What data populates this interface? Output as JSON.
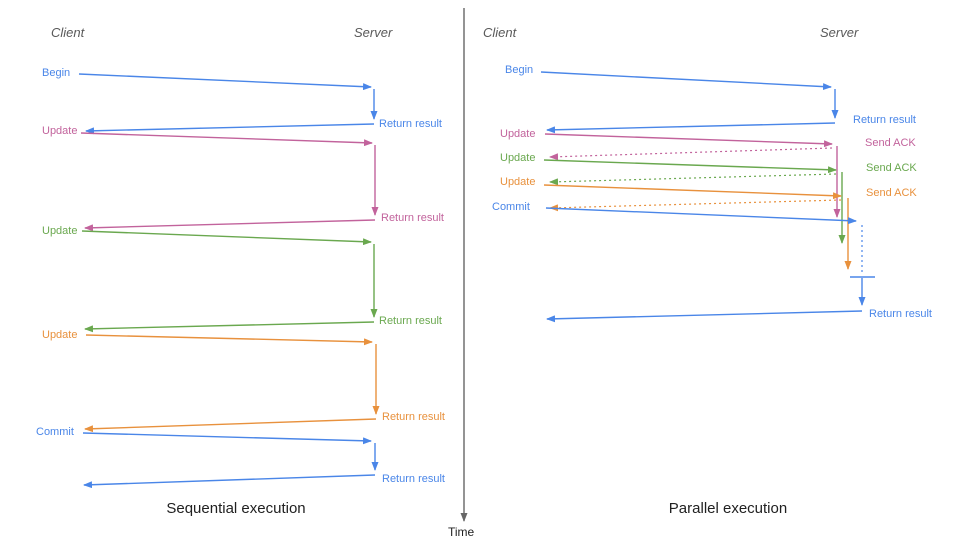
{
  "palette": {
    "blue": "#4a86e8",
    "pink": "#c2639c",
    "green": "#6aa84f",
    "orange": "#e8913d",
    "axis": "#666666",
    "heading": "#595959",
    "caption": "#212121"
  },
  "left": {
    "client_header": "Client",
    "server_header": "Server",
    "caption": "Sequential execution",
    "steps": [
      {
        "label": "Begin",
        "response": "Return result"
      },
      {
        "label": "Update",
        "response": "Return result"
      },
      {
        "label": "Update",
        "response": "Return result"
      },
      {
        "label": "Update",
        "response": "Return result"
      },
      {
        "label": "Commit",
        "response": "Return result"
      }
    ]
  },
  "right": {
    "client_header": "Client",
    "server_header": "Server",
    "caption": "Parallel execution",
    "steps": [
      {
        "label": "Begin",
        "response": "Return result"
      },
      {
        "label": "Update",
        "response": "Send ACK"
      },
      {
        "label": "Update",
        "response": "Send ACK"
      },
      {
        "label": "Update",
        "response": "Send ACK"
      },
      {
        "label": "Commit",
        "response": "Return result"
      }
    ]
  },
  "time_axis": {
    "label": "Time"
  },
  "arrows": [
    {
      "color": "blue",
      "points": [
        [
          79,
          74
        ],
        [
          371,
          87
        ]
      ],
      "arrow": true
    },
    {
      "color": "blue",
      "points": [
        [
          374,
          89
        ],
        [
          374,
          119
        ]
      ],
      "arrow": true
    },
    {
      "color": "blue",
      "points": [
        [
          374,
          124
        ],
        [
          86,
          131
        ]
      ],
      "arrow": true
    },
    {
      "color": "pink",
      "points": [
        [
          81,
          133
        ],
        [
          372,
          143
        ]
      ],
      "arrow": true
    },
    {
      "color": "pink",
      "points": [
        [
          375,
          145
        ],
        [
          375,
          215
        ]
      ],
      "arrow": true
    },
    {
      "color": "pink",
      "points": [
        [
          375,
          220
        ],
        [
          85,
          228
        ]
      ],
      "arrow": true
    },
    {
      "color": "green",
      "points": [
        [
          82,
          231
        ],
        [
          371,
          242
        ]
      ],
      "arrow": true
    },
    {
      "color": "green",
      "points": [
        [
          374,
          244
        ],
        [
          374,
          317
        ]
      ],
      "arrow": true
    },
    {
      "color": "green",
      "points": [
        [
          374,
          322
        ],
        [
          85,
          329
        ]
      ],
      "arrow": true
    },
    {
      "color": "orange",
      "points": [
        [
          86,
          335
        ],
        [
          372,
          342
        ]
      ],
      "arrow": true
    },
    {
      "color": "orange",
      "points": [
        [
          376,
          344
        ],
        [
          376,
          414
        ]
      ],
      "arrow": true
    },
    {
      "color": "orange",
      "points": [
        [
          376,
          419
        ],
        [
          85,
          429
        ]
      ],
      "arrow": true
    },
    {
      "color": "blue",
      "points": [
        [
          83,
          433
        ],
        [
          371,
          441
        ]
      ],
      "arrow": true
    },
    {
      "color": "blue",
      "points": [
        [
          375,
          443
        ],
        [
          375,
          470
        ]
      ],
      "arrow": true
    },
    {
      "color": "blue",
      "points": [
        [
          375,
          475
        ],
        [
          84,
          485
        ]
      ],
      "arrow": true
    },
    {
      "color": "blue",
      "points": [
        [
          541,
          72
        ],
        [
          831,
          87
        ]
      ],
      "arrow": true
    },
    {
      "color": "blue",
      "points": [
        [
          835,
          89
        ],
        [
          835,
          118
        ]
      ],
      "arrow": true
    },
    {
      "color": "blue",
      "points": [
        [
          835,
          123
        ],
        [
          547,
          130
        ]
      ],
      "arrow": true
    },
    {
      "color": "pink",
      "points": [
        [
          545,
          134
        ],
        [
          832,
          144
        ]
      ],
      "arrow": true
    },
    {
      "color": "pink",
      "points": [
        [
          837,
          146
        ],
        [
          837,
          217
        ]
      ],
      "arrow": true
    },
    {
      "color": "pink",
      "points": [
        [
          832,
          148
        ],
        [
          550,
          157
        ]
      ],
      "arrow": true,
      "dash": true
    },
    {
      "color": "green",
      "points": [
        [
          544,
          160
        ],
        [
          836,
          170
        ]
      ],
      "arrow": true
    },
    {
      "color": "green",
      "points": [
        [
          842,
          172
        ],
        [
          842,
          243
        ]
      ],
      "arrow": true
    },
    {
      "color": "green",
      "points": [
        [
          836,
          174
        ],
        [
          550,
          182
        ]
      ],
      "arrow": true,
      "dash": true
    },
    {
      "color": "orange",
      "points": [
        [
          544,
          185
        ],
        [
          841,
          196
        ]
      ],
      "arrow": true
    },
    {
      "color": "orange",
      "points": [
        [
          848,
          198
        ],
        [
          848,
          269
        ]
      ],
      "arrow": true
    },
    {
      "color": "orange",
      "points": [
        [
          841,
          200
        ],
        [
          550,
          208
        ]
      ],
      "arrow": true,
      "dash": true
    },
    {
      "color": "blue",
      "points": [
        [
          546,
          208
        ],
        [
          856,
          221
        ]
      ],
      "arrow": true
    },
    {
      "color": "blue",
      "points": [
        [
          862,
          225
        ],
        [
          862,
          273
        ]
      ],
      "arrow": false,
      "dash": true
    },
    {
      "color": "blue",
      "points": [
        [
          850,
          277
        ],
        [
          875,
          277
        ]
      ],
      "arrow": false
    },
    {
      "color": "blue",
      "points": [
        [
          862,
          278
        ],
        [
          862,
          305
        ]
      ],
      "arrow": true
    },
    {
      "color": "blue",
      "points": [
        [
          862,
          311
        ],
        [
          547,
          319
        ]
      ],
      "arrow": true
    },
    {
      "color": "axis",
      "points": [
        [
          464,
          8
        ],
        [
          464,
          521
        ]
      ],
      "arrow": true
    }
  ]
}
